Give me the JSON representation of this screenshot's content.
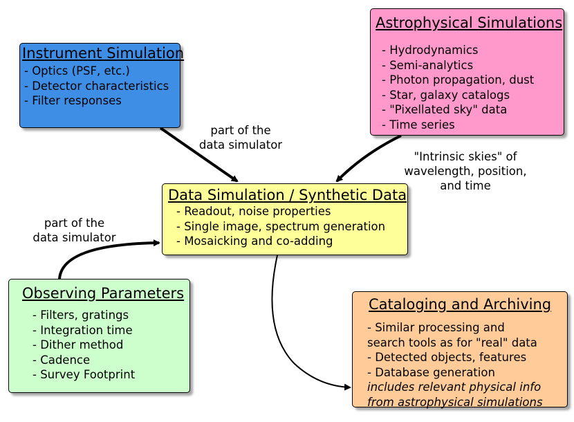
{
  "colors": {
    "instrument_fill": "#3f8ee6",
    "astro_fill": "#ff99cc",
    "datasim_fill": "#ffff99",
    "observing_fill": "#ccffcc",
    "catalog_fill": "#ffcc99",
    "arrow": "#000000"
  },
  "instrument": {
    "title": "Instrument Simulation",
    "items": [
      "- Optics (PSF, etc.)",
      "- Detector characteristics",
      "- Filter responses"
    ]
  },
  "astro": {
    "title": "Astrophysical Simulations",
    "items": [
      "- Hydrodynamics",
      "- Semi-analytics",
      "- Photon propagation, dust",
      "- Star, galaxy catalogs",
      "- \"Pixellated sky\" data",
      "- Time series"
    ]
  },
  "datasim": {
    "title": "Data Simulation / Synthetic Data",
    "items": [
      "- Readout, noise properties",
      "- Single image, spectrum generation",
      "- Mosaicking and co-adding"
    ]
  },
  "observing": {
    "title": "Observing Parameters",
    "items": [
      "- Filters, gratings",
      "- Integration time",
      "- Dither method",
      "- Cadence",
      "- Survey Footprint"
    ]
  },
  "catalog": {
    "title": "Cataloging and Archiving",
    "items": [
      "- Similar processing and",
      "search tools as for \"real\" data",
      "- Detected objects, features",
      "- Database generation"
    ],
    "notes": [
      "includes relevant physical info",
      "from astrophysical simulations"
    ]
  },
  "labels": {
    "instrument_arrow": [
      "part of the",
      "data simulator"
    ],
    "observing_arrow": [
      "part of the",
      "data simulator"
    ],
    "astro_arrow": [
      "\"Intrinsic skies\" of",
      "wavelength, position,",
      "and time"
    ]
  }
}
